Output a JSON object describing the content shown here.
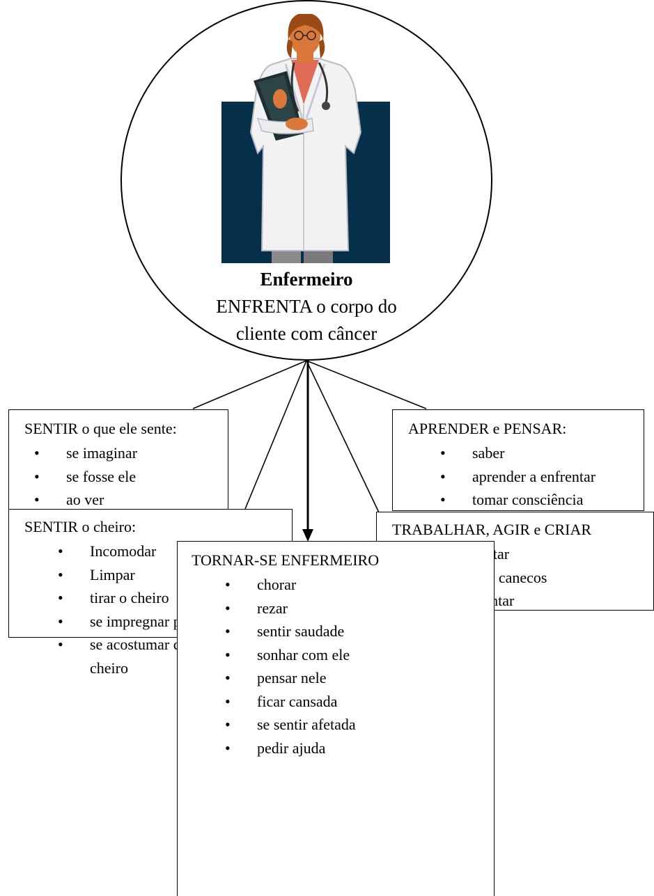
{
  "center": {
    "illustration": "nurse-with-clipboard-and-stethoscope",
    "name": "Enfermeiro",
    "line1": "ENFRENTA o corpo do",
    "line2": "cliente com câncer"
  },
  "boxes": {
    "sentir_sente": {
      "title": "SENTIR o que ele sente:",
      "items": [
        "se imaginar",
        "se fosse ele",
        "ao ver"
      ]
    },
    "sentir_cheiro": {
      "title": "SENTIR o cheiro:",
      "items": [
        "Incomodar",
        "Limpar",
        "tirar o cheiro",
        "se impregnar pelo cheiro",
        "se acostumar com o",
        "cheiro"
      ]
    },
    "aprender": {
      "title": "APRENDER e PENSAR:",
      "items": [
        "saber",
        "aprender a enfrentar",
        "tomar consciência"
      ]
    },
    "trabalhar": {
      "title": "TRABALHAR, AGIR e CRIAR",
      "items": [
        "inventar",
        "pintar canecos",
        "enfrentar"
      ]
    },
    "tornar": {
      "title": "TORNAR-SE ENFERMEIRO",
      "items": [
        "chorar",
        "rezar",
        "sentir saudade",
        "sonhar com ele",
        "pensar nele",
        "ficar cansada",
        "se sentir afetada",
        "pedir ajuda"
      ]
    }
  },
  "colors": {
    "panel_background": "#06304a",
    "coat": "#f2f2f2",
    "skin": "#d9783a",
    "hair": "#9a4a14"
  }
}
